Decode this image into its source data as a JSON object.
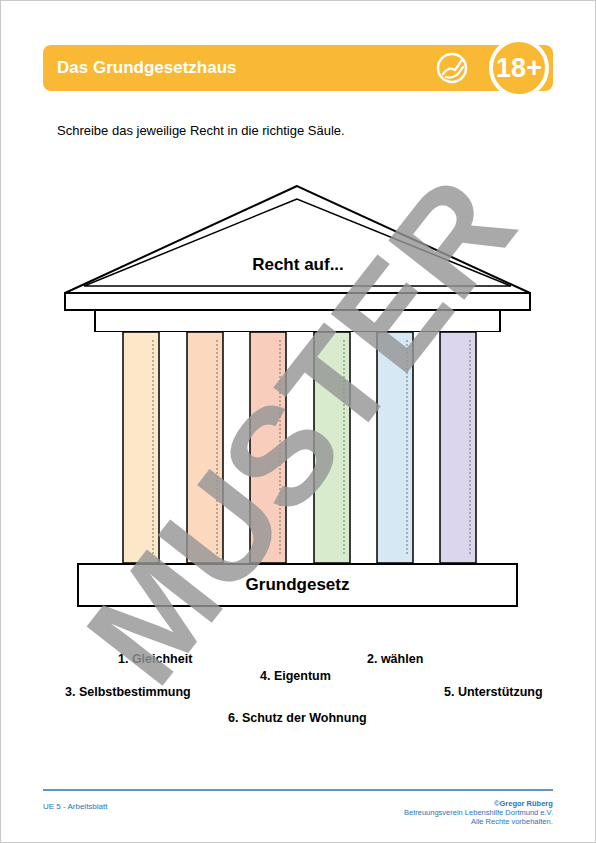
{
  "diagram": {
    "title": "Das Grundgesetzhaus",
    "nodes": [
      {
        "text": [
          "18+"
        ]
      },
      {
        "text": [
          "Recht auf..."
        ]
      },
      {
        "text": [
          "Grundgesetz"
        ]
      }
    ],
    "labels": [
      "Schreibe das jeweilige Recht in die richtige Säule.",
      "1. Gleichheit",
      "2. wählen",
      "3. Selbstbestimmung",
      "4. Eigentum",
      "5. Unterstützung",
      "6. Schutz der Wohnung",
      "MUSTER",
      "UE 5 - Arbeitsblatt",
      "©Gregor Rüberg",
      "Betreuungsverein Lebenshilfe Dortmund e.V.",
      "Alle Rechte vorbehalten."
    ]
  }
}
